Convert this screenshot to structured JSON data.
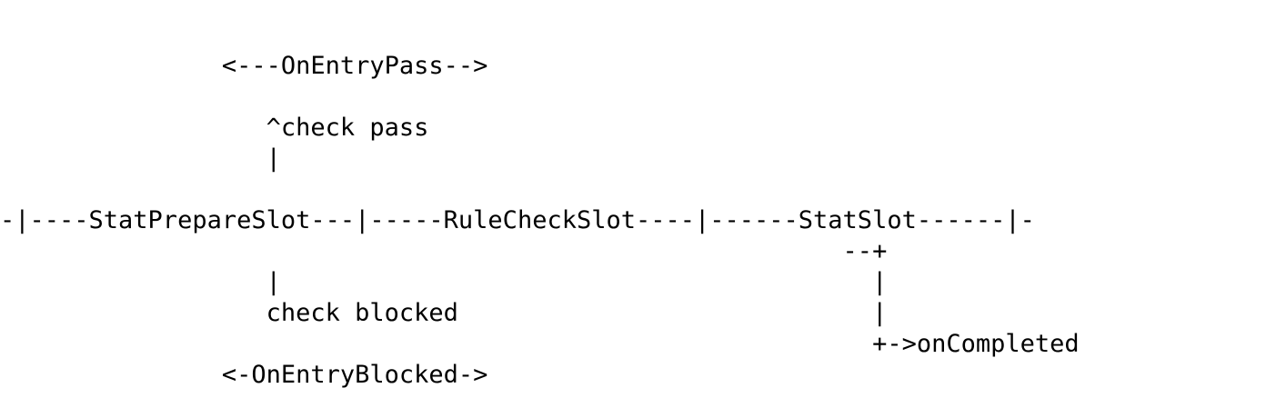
{
  "diagram": {
    "lines": [
      "               <---OnEntryPass-->",
      "",
      "                  ^check pass",
      "                  |",
      "",
      "-|----StatPrepareSlot---|-----RuleCheckSlot----|------StatSlot------|-",
      "                                                         --+",
      "                  |                                        |",
      "                  check blocked                            |",
      "                                                           +->onCompleted",
      "               <-OnEntryBlocked->"
    ]
  }
}
